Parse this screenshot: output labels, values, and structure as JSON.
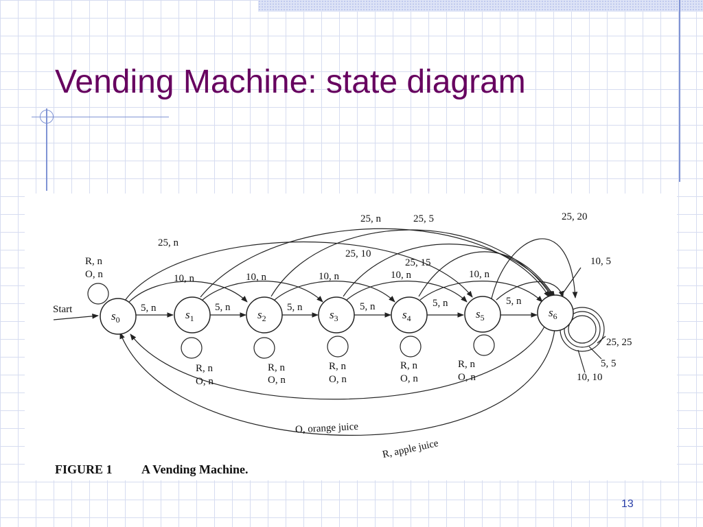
{
  "slide": {
    "title": "Vending Machine: state diagram",
    "caption_label": "FIGURE 1",
    "caption_text": "A Vending Machine.",
    "page_number": "13"
  },
  "colors": {
    "title": "#66005f",
    "grid": "#d6dcf0",
    "accent_rule": "#7f93d4",
    "page_number": "#2a3fa8"
  },
  "diagram": {
    "start_label": "Start",
    "states": [
      {
        "id": "s0",
        "label": "s",
        "sub": "0"
      },
      {
        "id": "s1",
        "label": "s",
        "sub": "1"
      },
      {
        "id": "s2",
        "label": "s",
        "sub": "2"
      },
      {
        "id": "s3",
        "label": "s",
        "sub": "3"
      },
      {
        "id": "s4",
        "label": "s",
        "sub": "4"
      },
      {
        "id": "s5",
        "label": "s",
        "sub": "5"
      },
      {
        "id": "s6",
        "label": "s",
        "sub": "6"
      }
    ],
    "self_loops": [
      {
        "state": "s0",
        "lines": [
          "R, n",
          "O, n"
        ]
      },
      {
        "state": "s1",
        "lines": [
          "R, n",
          "O, n"
        ]
      },
      {
        "state": "s2",
        "lines": [
          "R, n",
          "O, n"
        ]
      },
      {
        "state": "s3",
        "lines": [
          "R, n",
          "O, n"
        ]
      },
      {
        "state": "s4",
        "lines": [
          "R, n",
          "O, n"
        ]
      },
      {
        "state": "s5",
        "lines": [
          "R, n",
          "O, n"
        ]
      },
      {
        "state": "s6",
        "lines": [
          "25, 25",
          "5, 5",
          "10, 10"
        ]
      }
    ],
    "transitions": [
      {
        "from": "s0",
        "to": "s1",
        "label": "5, n"
      },
      {
        "from": "s1",
        "to": "s2",
        "label": "5, n"
      },
      {
        "from": "s2",
        "to": "s3",
        "label": "5, n"
      },
      {
        "from": "s3",
        "to": "s4",
        "label": "5, n"
      },
      {
        "from": "s4",
        "to": "s5",
        "label": "5, n"
      },
      {
        "from": "s5",
        "to": "s6",
        "label": "5, n"
      },
      {
        "from": "s0",
        "to": "s2",
        "label": "10, n"
      },
      {
        "from": "s1",
        "to": "s3",
        "label": "10, n"
      },
      {
        "from": "s2",
        "to": "s4",
        "label": "10, n"
      },
      {
        "from": "s3",
        "to": "s5",
        "label": "10, n"
      },
      {
        "from": "s4",
        "to": "s6",
        "label": "10, n"
      },
      {
        "from": "s5",
        "to": "s6",
        "label": "10, 5"
      },
      {
        "from": "s0",
        "to": "s5",
        "label": "25, n"
      },
      {
        "from": "s1",
        "to": "s6",
        "label": "25, n"
      },
      {
        "from": "s2",
        "to": "s6",
        "label": "25, 5"
      },
      {
        "from": "s3",
        "to": "s6",
        "label": "25, 10"
      },
      {
        "from": "s4",
        "to": "s6",
        "label": "25, 15"
      },
      {
        "from": "s5",
        "to": "s6",
        "label": "25, 20"
      },
      {
        "from": "s6",
        "to": "s0",
        "label": "O, orange juice"
      },
      {
        "from": "s6",
        "to": "s0",
        "label": "R, apple juice"
      }
    ]
  }
}
